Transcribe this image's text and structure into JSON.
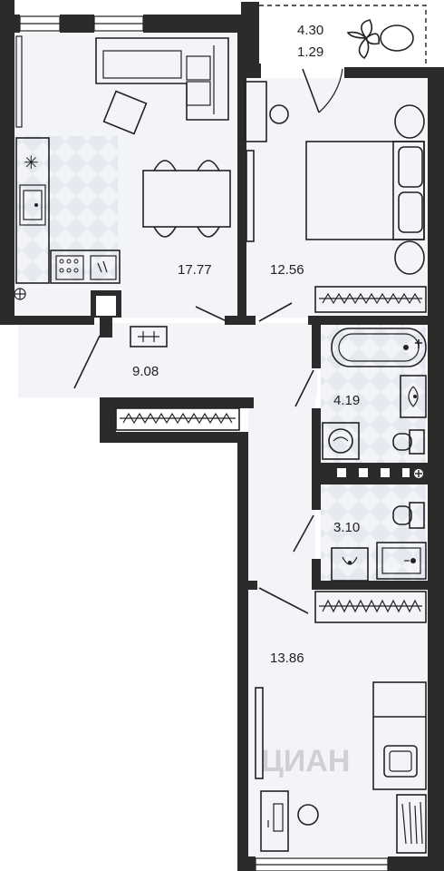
{
  "rooms": {
    "living_kitchen": "17.77",
    "bedroom": "12.56",
    "hall": "9.08",
    "bathroom": "4.19",
    "toilet": "3.10",
    "bedroom2": "13.86"
  },
  "balcony": {
    "total": "4.30",
    "reduced": "1.29"
  },
  "watermark": "ЦИАН",
  "colors": {
    "wall": "#2b2b2b",
    "floor": "#f3f4f8",
    "tile": "#e6e8ef"
  }
}
